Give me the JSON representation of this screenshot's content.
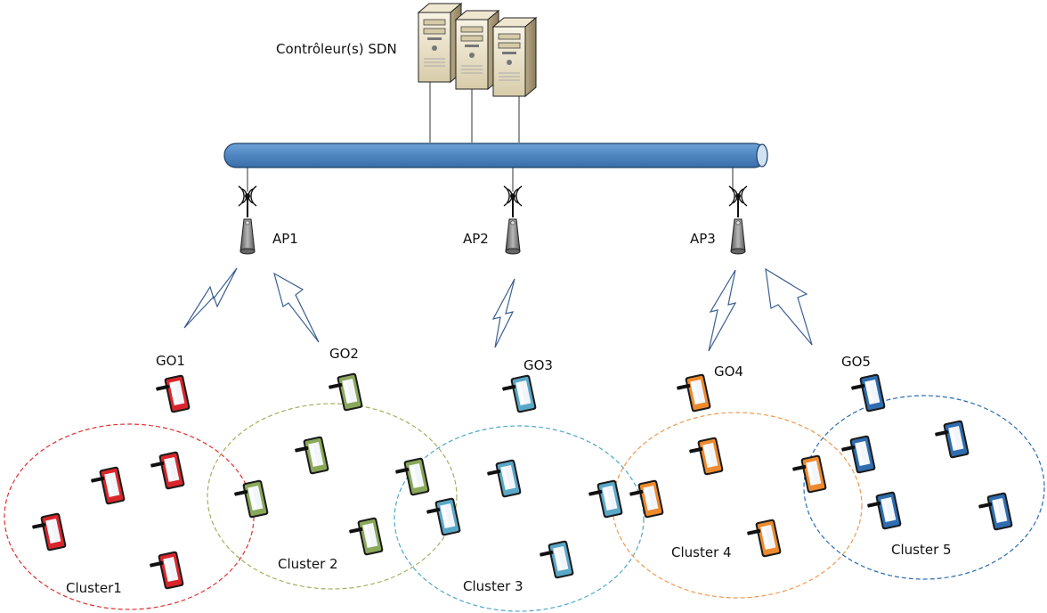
{
  "title": "",
  "controllers": {
    "label": "Contrôleur(s) SDN"
  },
  "access_points": [
    {
      "label": "AP1"
    },
    {
      "label": "AP2"
    },
    {
      "label": "AP3"
    }
  ],
  "group_owners": [
    {
      "label": "GO1",
      "color": "#d9262c"
    },
    {
      "label": "GO2",
      "color": "#8aa85a"
    },
    {
      "label": "GO3",
      "color": "#5aa8c8"
    },
    {
      "label": "GO4",
      "color": "#ee8a2e"
    },
    {
      "label": "GO5",
      "color": "#2f6db0"
    }
  ],
  "clusters": [
    {
      "label": "Cluster1",
      "color": "#e03030"
    },
    {
      "label": "Cluster 2",
      "color": "#a4b060"
    },
    {
      "label": "Cluster  3",
      "color": "#50a8c8"
    },
    {
      "label": "Cluster 4",
      "color": "#ee9a50"
    },
    {
      "label": "Cluster 5",
      "color": "#2a6cb0"
    }
  ],
  "colors": {
    "backbone": "#4f86c0",
    "backbone_edge": "#1d3f66",
    "link": "#3a5f8f"
  },
  "icons": {
    "server": "server-icon",
    "antenna": "antenna-icon",
    "phone": "phone-icon",
    "wireless_link": "lightning-link-icon"
  }
}
